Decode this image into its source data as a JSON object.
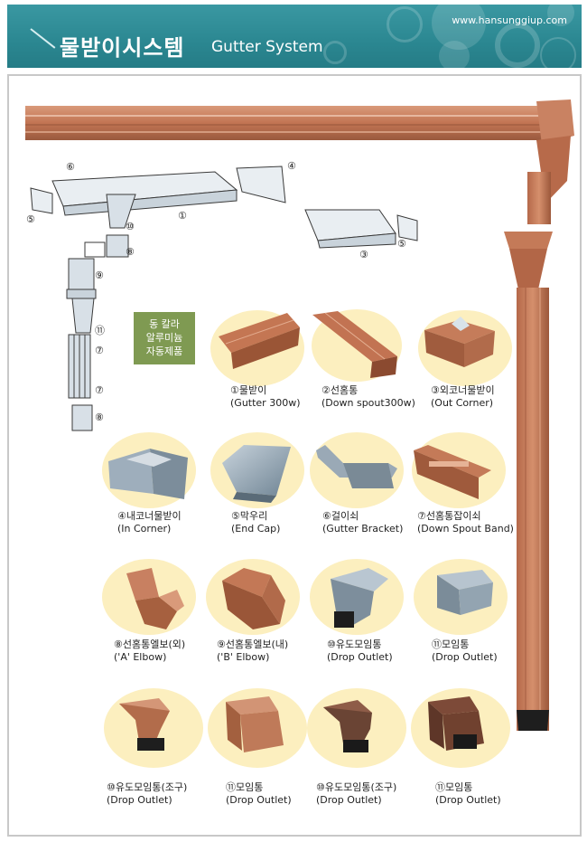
{
  "header": {
    "title_kr": "물받이시스템",
    "title_en": "Gutter System",
    "url": "www.hansunggiup.com"
  },
  "callout": {
    "lines": [
      "동 칼라",
      "알루미늄",
      "자동제품"
    ]
  },
  "diagram_labels": [
    "⑥",
    "④",
    "⑤",
    "⑩",
    "①",
    "⑧",
    "⑤",
    "③",
    "⑨",
    "⑪",
    "⑦",
    "⑦",
    "⑧"
  ],
  "items": [
    {
      "kr": "①물받이",
      "en": "(Gutter 300w)"
    },
    {
      "kr": "②선홈통",
      "en": "(Down spout300w)"
    },
    {
      "kr": "③외코너물받이",
      "en": "(Out Corner)"
    },
    {
      "kr": "④내코너물받이",
      "en": "(In Corner)"
    },
    {
      "kr": "⑤막우리",
      "en": "(End Cap)"
    },
    {
      "kr": "⑥걸이쇠",
      "en": "(Gutter Bracket)"
    },
    {
      "kr": "⑦선홈통잡이쇠",
      "en": "(Down Spout Band)"
    },
    {
      "kr": "⑧선홈통엘보(외)",
      "en": "('A' Elbow)"
    },
    {
      "kr": "⑨선홈통엘보(내)",
      "en": "('B' Elbow)"
    },
    {
      "kr": "⑩유도모임통",
      "en": "(Drop Outlet)"
    },
    {
      "kr": "⑪모임통",
      "en": "(Drop Outlet)"
    },
    {
      "kr": "⑩유도모임통(조구)",
      "en": "(Drop Outlet)"
    },
    {
      "kr": "⑪모임통",
      "en": "(Drop Outlet)"
    },
    {
      "kr": "⑩유도모임통(조구)",
      "en": "(Drop Outlet)"
    },
    {
      "kr": "⑪모임통",
      "en": "(Drop Outlet)"
    }
  ],
  "colors": {
    "header_bg": "#2b8791",
    "copper": "#c9805f",
    "copper_dark": "#8e4e35",
    "steel": "#8fa3b3",
    "callout_bg": "#7f9a52"
  }
}
